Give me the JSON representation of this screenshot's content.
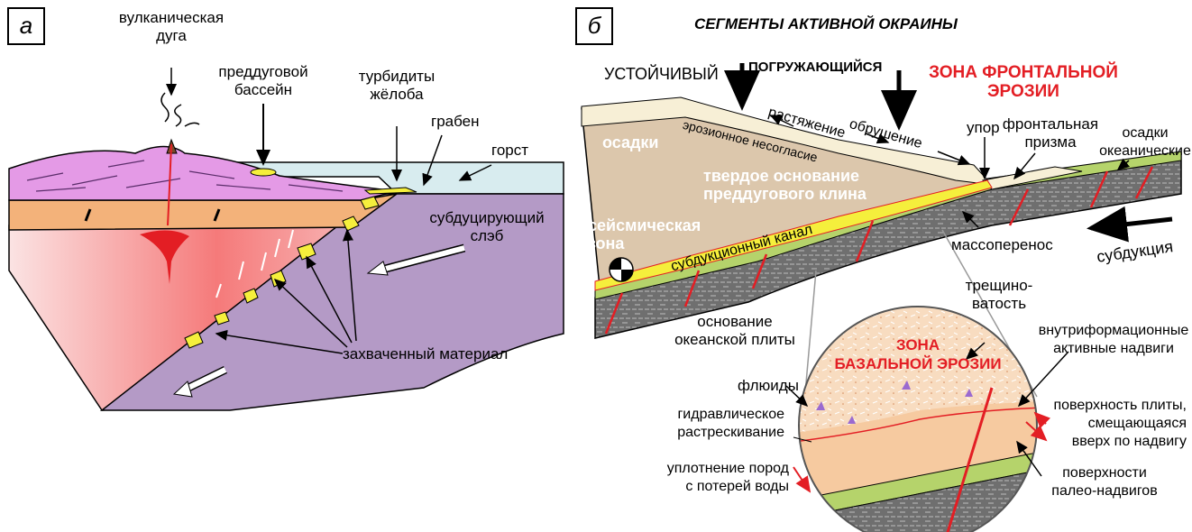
{
  "panel_a": {
    "letter": "а",
    "labels": {
      "volcanic_arc": [
        "вулканическая",
        "дуга"
      ],
      "forearc_basin": [
        "преддуговой",
        "бассейн"
      ],
      "trench_turbidites": [
        "турбидиты",
        "жёлоба"
      ],
      "graben": "грабен",
      "horst": "горст",
      "subducting_slab": [
        "субдуцирующий",
        "слэб"
      ],
      "captured_material": "захваченный материал"
    }
  },
  "panel_b": {
    "letter": "б",
    "title": "СЕГМЕНТЫ АКТИВНОЙ ОКРАИНЫ",
    "segments": {
      "stable": "УСТОЙЧИВЫЙ",
      "subsiding": "ПОГРУЖАЮЩИЙСЯ",
      "frontal_erosion": [
        "ЗОНА ФРОНТАЛЬНОЙ",
        "ЭРОЗИИ"
      ]
    },
    "labels": {
      "extension": "растяжение",
      "collapse": "обрушение",
      "sediments": "осадки",
      "erosional_unconformity": "эрозионное несогласие",
      "backstop": "упор",
      "frontal_prism": [
        "фронтальная",
        "призма"
      ],
      "oceanic_sediments": [
        "осадки",
        "океанические"
      ],
      "basement": [
        "твердое основание",
        "преддугового клина"
      ],
      "seismic_zone": [
        "сейсмическая",
        "зона"
      ],
      "subduction_channel": "субдукционный канал",
      "mass_transfer": "массоперенос",
      "subduction": "субдукция",
      "fracturing": [
        "трещино-",
        "ватость"
      ],
      "oceanic_basement": [
        "основание",
        "океанской плиты"
      ],
      "basal_erosion": [
        "ЗОНА",
        "БАЗАЛЬНОЙ ЭРОЗИИ"
      ],
      "intraformational_thrusts": [
        "внутриформационные",
        "активные надвиги"
      ],
      "fluids": "флюиды",
      "hydraulic_fracturing": [
        "гидравлическое",
        "растрескивание"
      ],
      "compaction": [
        "уплотнение пород",
        "с потерей воды"
      ],
      "plate_surface": [
        "поверхность плиты,",
        "смещающаяся",
        "вверх по надвигу"
      ],
      "paleo_thrusts": [
        "поверхности",
        "палео-надвигов"
      ]
    }
  },
  "colors": {
    "crust_pink": "#e49ae6",
    "slab_purple": "#b49ac6",
    "orange": "#f3b27a",
    "yellow": "#f5ef3c",
    "sea": "#d8ecef",
    "red": "#e31e24",
    "beige": "#dcc7ac",
    "grey_plate": "#7a7a7a",
    "green": "#b5d36b"
  }
}
